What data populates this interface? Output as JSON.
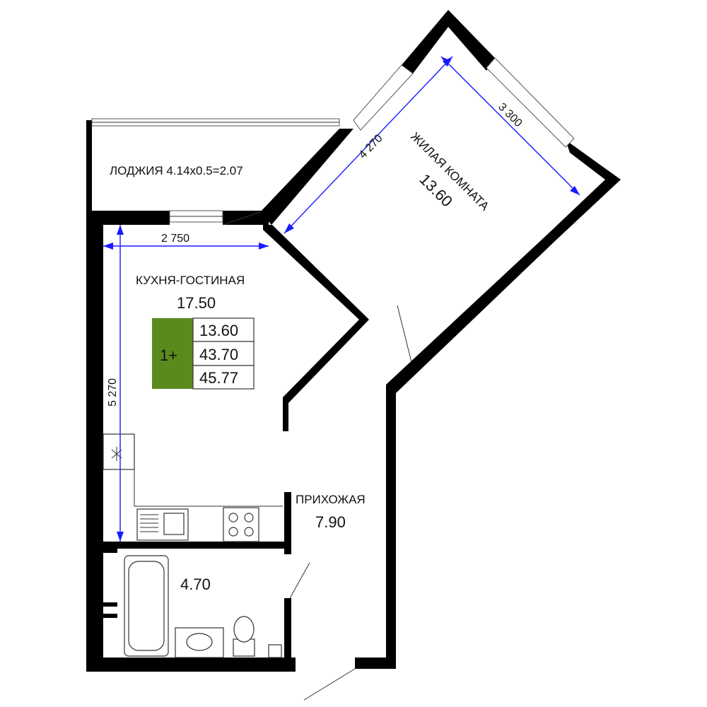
{
  "rooms": {
    "loggia": {
      "label": "ЛОДЖИЯ 4.14х0.5=2.07"
    },
    "living": {
      "name": "ЖИЛАЯ КОМНАТА",
      "area": "13.60"
    },
    "kitchen": {
      "name": "КУХНЯ-ГОСТИНАЯ",
      "area": "17.50"
    },
    "hall": {
      "name": "ПРИХОЖАЯ",
      "area": "7.90"
    },
    "bath": {
      "area": "4.70"
    }
  },
  "summary": {
    "type": "1+",
    "living_area": "13.60",
    "total_area": "43.70",
    "total_with_loggia": "45.77",
    "accent_color": "#5a8a1e"
  },
  "dimensions": {
    "kitchen_width": "2 750",
    "kitchen_length": "5 270",
    "room_length": "4 270",
    "room_width": "3 300"
  },
  "colors": {
    "wall": "#000000",
    "dimension": "#1a1aff"
  }
}
